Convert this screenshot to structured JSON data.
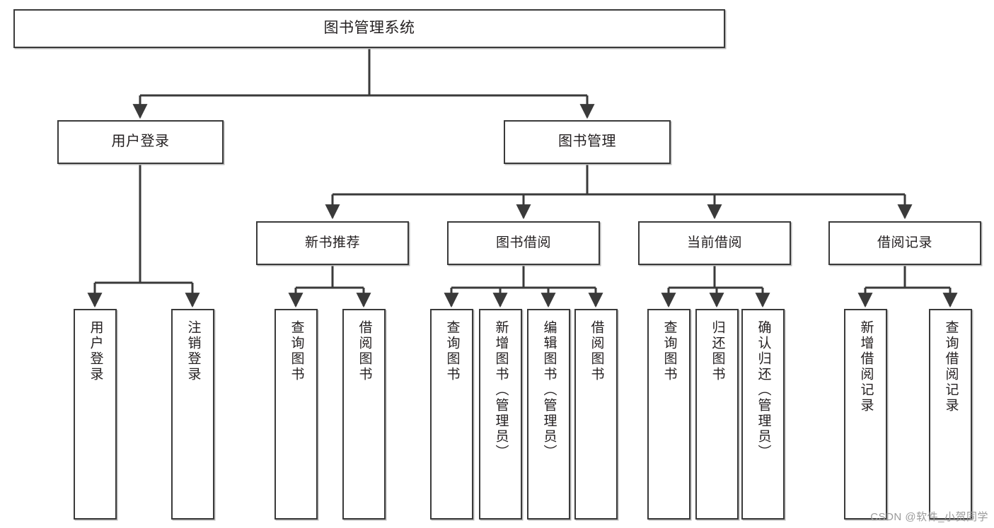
{
  "diagram": {
    "title": "图书管理系统",
    "type": "tree-hierarchy-chart",
    "watermark": "CSDN @软件_小贺同学",
    "colors": {
      "node_border": "#3a3a3a",
      "node_fill": "#ffffff",
      "edge": "#3a3a3a",
      "text": "#231f20",
      "watermark": "#9a9a9a",
      "background": "#ffffff"
    },
    "root": {
      "label": "图书管理系统"
    },
    "level1": [
      {
        "label": "用户登录"
      },
      {
        "label": "图书管理"
      }
    ],
    "level2": [
      {
        "label": "新书推荐"
      },
      {
        "label": "图书借阅"
      },
      {
        "label": "当前借阅"
      },
      {
        "label": "借阅记录"
      }
    ],
    "leaves": {
      "user_login": [
        {
          "label": "用户登录"
        },
        {
          "label": "注销登录"
        }
      ],
      "new_book_recommend": [
        {
          "label": "查询图书"
        },
        {
          "label": "借阅图书"
        }
      ],
      "book_borrow": [
        {
          "label": "查询图书"
        },
        {
          "label": "新增图书（管理员）"
        },
        {
          "label": "编辑图书（管理员）"
        },
        {
          "label": "借阅图书"
        }
      ],
      "current_borrow": [
        {
          "label": "查询图书"
        },
        {
          "label": "归还图书"
        },
        {
          "label": "确认归还（管理员）"
        }
      ],
      "borrow_record": [
        {
          "label": "新增借阅记录"
        },
        {
          "label": "查询借阅记录"
        }
      ]
    }
  }
}
